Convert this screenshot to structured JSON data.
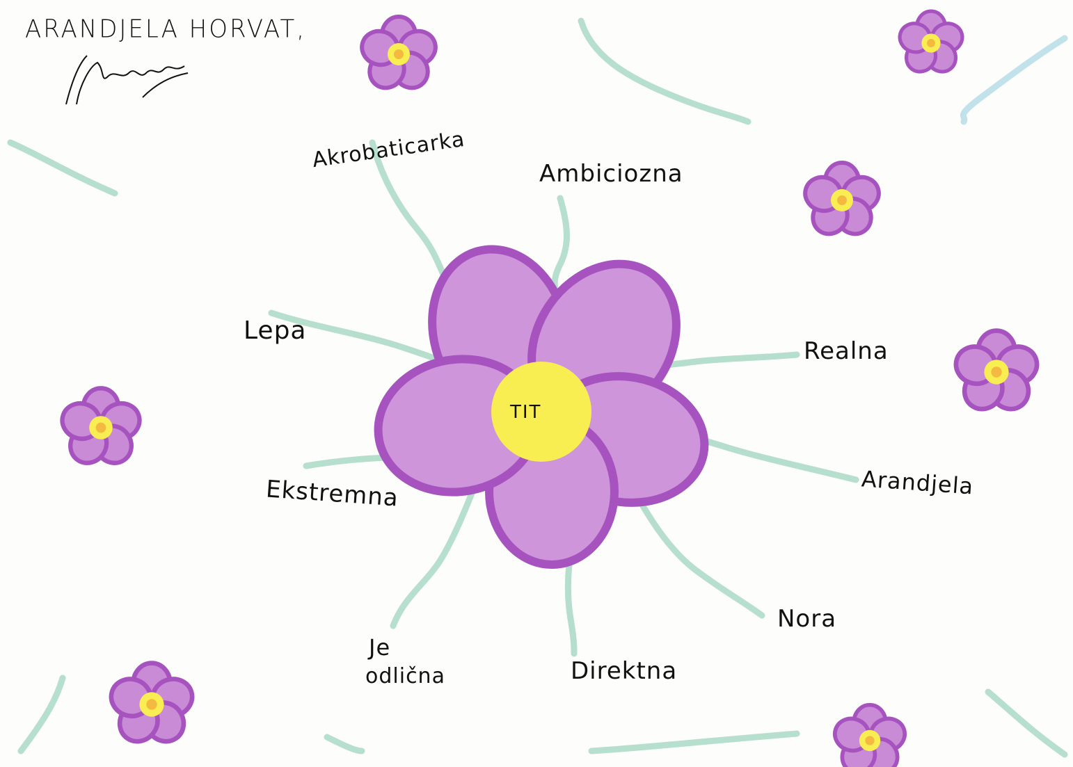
{
  "author": {
    "name": "ARANDJELA HORVAT,",
    "signature": "Horvat"
  },
  "center_flower": {
    "label": "TIT"
  },
  "words": {
    "akrobaticarka": "Akrobaticarka",
    "ambiciozna": "Ambiciozna",
    "lepa": "Lepa",
    "realna": "Realna",
    "ekstremna": "Ekstremna",
    "arandjela": "Arandjela",
    "je": "Je",
    "odlicna": "odlična",
    "direktna": "Direktna",
    "nora": "Nora"
  },
  "colors": {
    "petal": "#c98ad6",
    "petal_outline": "#a653bf",
    "center": "#f8ee52",
    "center_dot": "#f07a30",
    "vine": "#a9d9c4"
  }
}
